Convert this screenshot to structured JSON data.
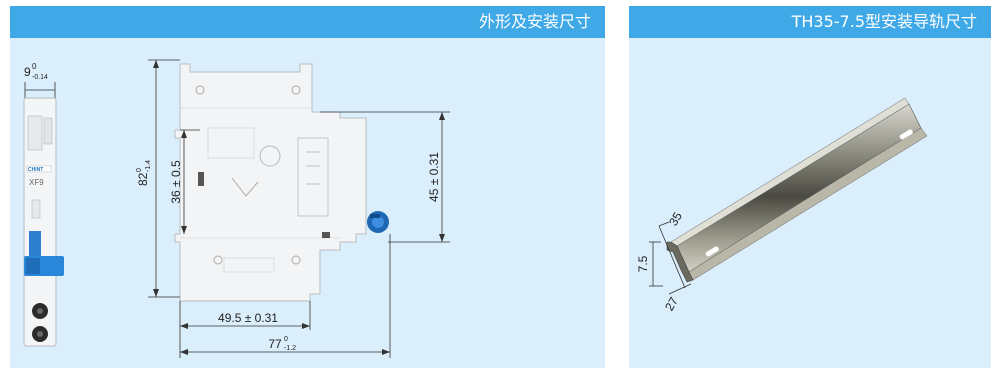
{
  "left_panel": {
    "title": "外形及安装尺寸",
    "dim_width_top": "9",
    "dim_width_top_sup": "0",
    "dim_width_top_sub": "-0.14",
    "dim_height_total": "82",
    "dim_height_total_sup": "0",
    "dim_height_total_sub": "-1.4",
    "dim_height_mid": "36 ± 0.5",
    "dim_height_right": "45 ± 0.31",
    "dim_depth_mid": "49.5 ± 0.31",
    "dim_depth_total": "77",
    "dim_depth_total_sup": "0",
    "dim_depth_total_sub": "-1.2",
    "device_brand": "CHINT",
    "device_model": "XF9"
  },
  "right_panel": {
    "title": "TH35-7.5型安装导轨尺寸",
    "dim_width": "35",
    "dim_height": "7.5",
    "dim_inner": "27"
  }
}
